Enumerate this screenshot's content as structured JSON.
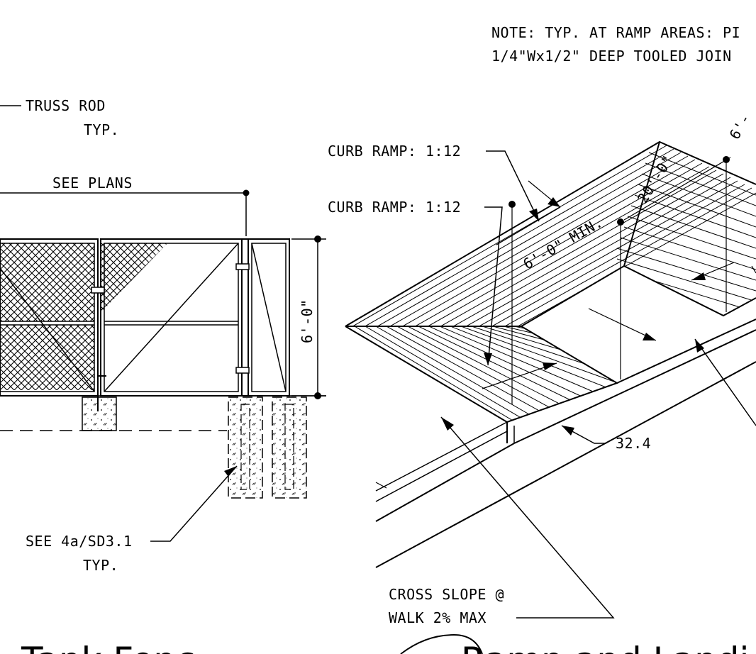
{
  "note": {
    "line1": "NOTE: TYP. AT RAMP AREAS: PI",
    "line2": "1/4\"Wx1/2\" DEEP TOOLED JOIN"
  },
  "fence": {
    "truss_rod": "TRUSS ROD",
    "truss_typ": "TYP.",
    "see_plans": "SEE PLANS",
    "height": "6'-0\"",
    "see_detail": "SEE 4a/SD3.1",
    "see_detail_typ": "TYP."
  },
  "ramp": {
    "curb_ramp_1": "CURB RAMP: 1:12",
    "curb_ramp_2": "CURB RAMP: 1:12",
    "min_width": "6'-0\" MIN.",
    "length": "20'-0\"",
    "partial_dim": "6'-",
    "elevation": "32.4",
    "cross_slope_1": "CROSS SLOPE @",
    "cross_slope_2": "WALK 2% MAX"
  },
  "titles": {
    "left": "Tank Fenc",
    "right": "Ramp and Landi"
  }
}
